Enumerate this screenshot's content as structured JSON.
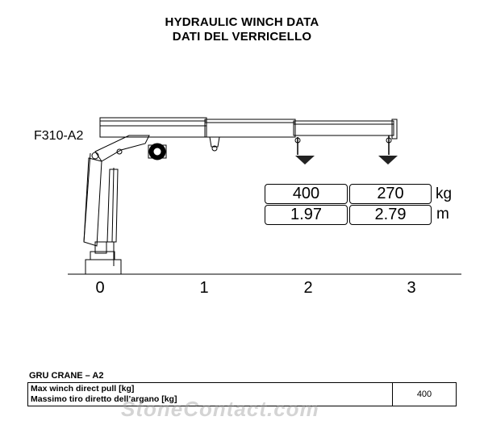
{
  "header": {
    "title_en": "HYDRAULIC WINCH DATA",
    "title_it": "DATI DEL VERRICELLO"
  },
  "model": "F310-A2",
  "loads": {
    "values": [
      "400",
      "270"
    ],
    "unit": "kg"
  },
  "distances": {
    "values": [
      "1.97",
      "2.79"
    ],
    "unit": "m"
  },
  "axis": {
    "ticks": [
      "0",
      "1",
      "2",
      "3"
    ]
  },
  "table": {
    "heading": "GRU CRANE    – A2",
    "label_en": "Max winch direct pull  [kg]",
    "label_it": "Massimo tiro diretto dell’argano [kg]",
    "value": "400"
  },
  "watermark": "StoneContact.com"
}
